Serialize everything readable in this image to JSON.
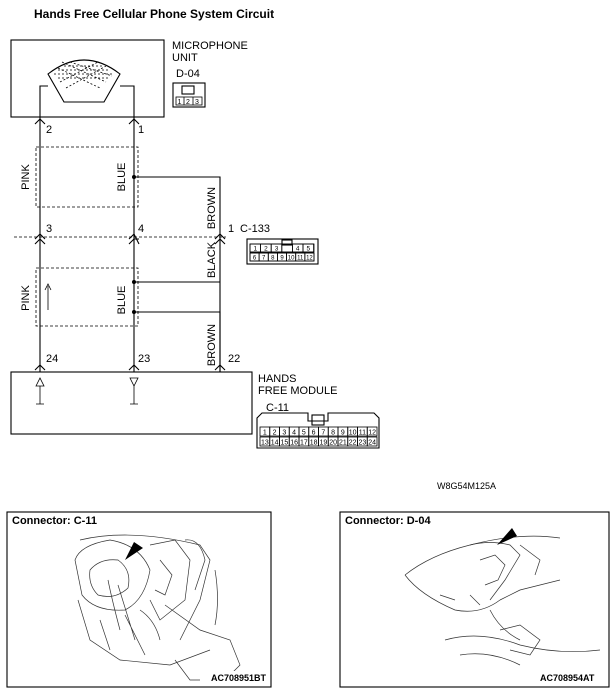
{
  "title": "Hands Free Cellular Phone System Circuit",
  "microphone": {
    "name_line1": "MICROPHONE",
    "name_line2": "UNIT",
    "connector": "D-04",
    "pins": [
      "1",
      "2",
      "3"
    ]
  },
  "module": {
    "name_line1": "HANDS",
    "name_line2": "FREE MODULE",
    "connector": "C-11",
    "pins_top": [
      "1",
      "2",
      "3",
      "4",
      "5",
      "6",
      "7",
      "8",
      "9",
      "10",
      "11",
      "12"
    ],
    "pins_bottom": [
      "13",
      "14",
      "15",
      "16",
      "17",
      "18",
      "19",
      "20",
      "21",
      "22",
      "23",
      "24"
    ]
  },
  "junction": {
    "pin": "1",
    "connector": "C-133",
    "pins_top": [
      "1",
      "2",
      "3",
      "",
      "4",
      "5"
    ],
    "pins_bottom": [
      "6",
      "7",
      "8",
      "9",
      "10",
      "11",
      "12"
    ]
  },
  "pins": {
    "mic_left": "2",
    "mic_right": "1",
    "mid_left": "3",
    "mid_right": "4",
    "mod_left": "24",
    "mod_right": "23",
    "mod_brown": "22"
  },
  "wires": {
    "upper_left": "PINK",
    "upper_right": "BLUE",
    "lower_left": "PINK",
    "lower_right": "BLUE",
    "upper_brown": "BROWN",
    "black": "BLACK",
    "lower_brown": "BROWN"
  },
  "diagram_code": "W8G54M125A",
  "photo_left": {
    "caption": "Connector: C-11",
    "code": "AC708951BT"
  },
  "photo_right": {
    "caption": "Connector: D-04",
    "code": "AC708954AT"
  }
}
